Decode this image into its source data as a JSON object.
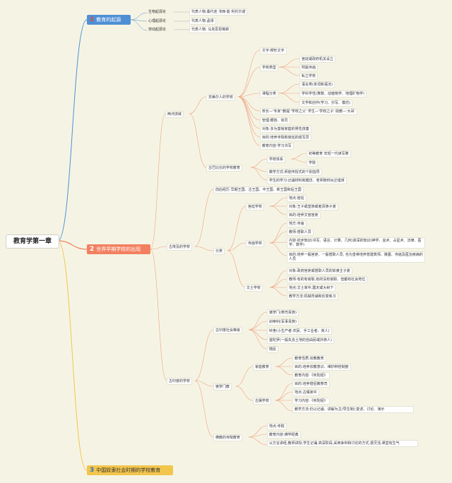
{
  "root": "教育学第一章",
  "main": [
    {
      "num": "1",
      "label": "教育的起源"
    },
    {
      "num": "2",
      "label": "世界早期学校的出现"
    },
    {
      "num": "3",
      "label": "中国奴隶社会时期的学校教育"
    }
  ],
  "origin": {
    "theories": [
      "生物起源论",
      "心理起源论",
      "劳动起源论"
    ],
    "reps": [
      "代表人物:桑代克 沛西·能 利托尔诺",
      "代表人物:孟禄",
      "代表人物: 马克思恩格斯"
    ]
  },
  "early": {
    "two_river": {
      "label": "两河流域",
      "sumer": {
        "label": "苏美尔人的学校",
        "text": "文字:楔形文字",
        "school_type": {
          "label": "学校类型",
          "items": [
            "宫廷或政府机关设立",
            "附属寺庙",
            "私立学校"
          ]
        },
        "curriculum": {
          "label": "课程分类",
          "items": [
            "语言类(单词和语法)",
            "学科学性(算数、动植物学、地理矿物学)",
            "文学和创作(学习、抄写、模仿)"
          ]
        },
        "more": [
          "校长—'专家''教提''学校之父' 学生—'学校之子' 助教—'大哥'",
          "管理:鞭笞、体罚",
          "对象:多为富裕家庭的男性孩童",
          "目的:培养寺院和宫廷的缮写员",
          "教育内容:学习书写"
        ]
      },
      "babylon": {
        "label": "古巴比伦的学校教育",
        "system": {
          "label": "学校体系",
          "items": [
            "初等教育 年轻一代读写算",
            "学院"
          ]
        },
        "items": [
          "教学方式:师徒传授式的个别指导",
          "学生的学习:记诵材料和模仿、老师随时纠正错误"
        ]
      }
    },
    "egypt": {
      "label": "古埃及的学校",
      "periods": "前后经历 早期王国、古王国、中王国、新王国和后王国",
      "split": "分类",
      "palace": {
        "label": "宫廷学校",
        "items": [
          "地点:宫廷",
          "对象:王子或皇族或者贵族子弟",
          "目的:培养文官官吏"
        ]
      },
      "temple": {
        "label": "寺庙学校",
        "items": [
          "地方:寺庙",
          "教师:僧职人员",
          "内容:初步知识(书写、语言、计算、几何)高深的知识(神学、巫术、占星术、法律、医学、数学)",
          "目的:培养一般官吏、一般僧职人员, 也为皇帝培养普建筑师、陵墓、寺庙及医治疾病的人员"
        ]
      },
      "scribe": {
        "label": "文士学校",
        "items": [
          "对象:政府官吏或僧职人员的奴隶主子弟",
          "教师:有的有官职,有的没有官职、但都有社会地位",
          "地点:文士家中,露天或大树下",
          "教学方法:机械背诵和反复练习"
        ]
      }
    },
    "india": {
      "label": "古印度的学校",
      "caste": {
        "label": "古印度社会等级",
        "items": [
          "婆罗门(祭司贵族)",
          "刹帝利(军事贵族)",
          "吠舍(小生产者:农民、手工业者、商人)",
          "首陀罗(一般失去土地的自由民或外族人)",
          "贱民"
        ]
      },
      "brahmin": {
        "label": "婆罗门教",
        "family": {
          "label": "家庭教育",
          "items": [
            "教育性质:宗教教育",
            "目的:培养宗教意识、维护种姓制度",
            "教育内容:《吠陀经》"
          ]
        },
        "ancient": {
          "label": "古儒学校",
          "items": [
            "目的:培养僧侣教祭司",
            "地点:古儒家中",
            "学习内容:《吠陀经》",
            "教学方法:仍以记诵、讲解为主(导生制);复述、讨论、演示"
          ]
        }
      },
      "buddhist": {
        "label": "佛教的寺院教育",
        "items": [
          "地点:寺院",
          "教育内容:佛学经典",
          "以方言讲经,教师讲授,学生记诵.高深阶段,采用争辩和讨论的方式,很灵活,课堂有生气"
        ]
      }
    }
  }
}
